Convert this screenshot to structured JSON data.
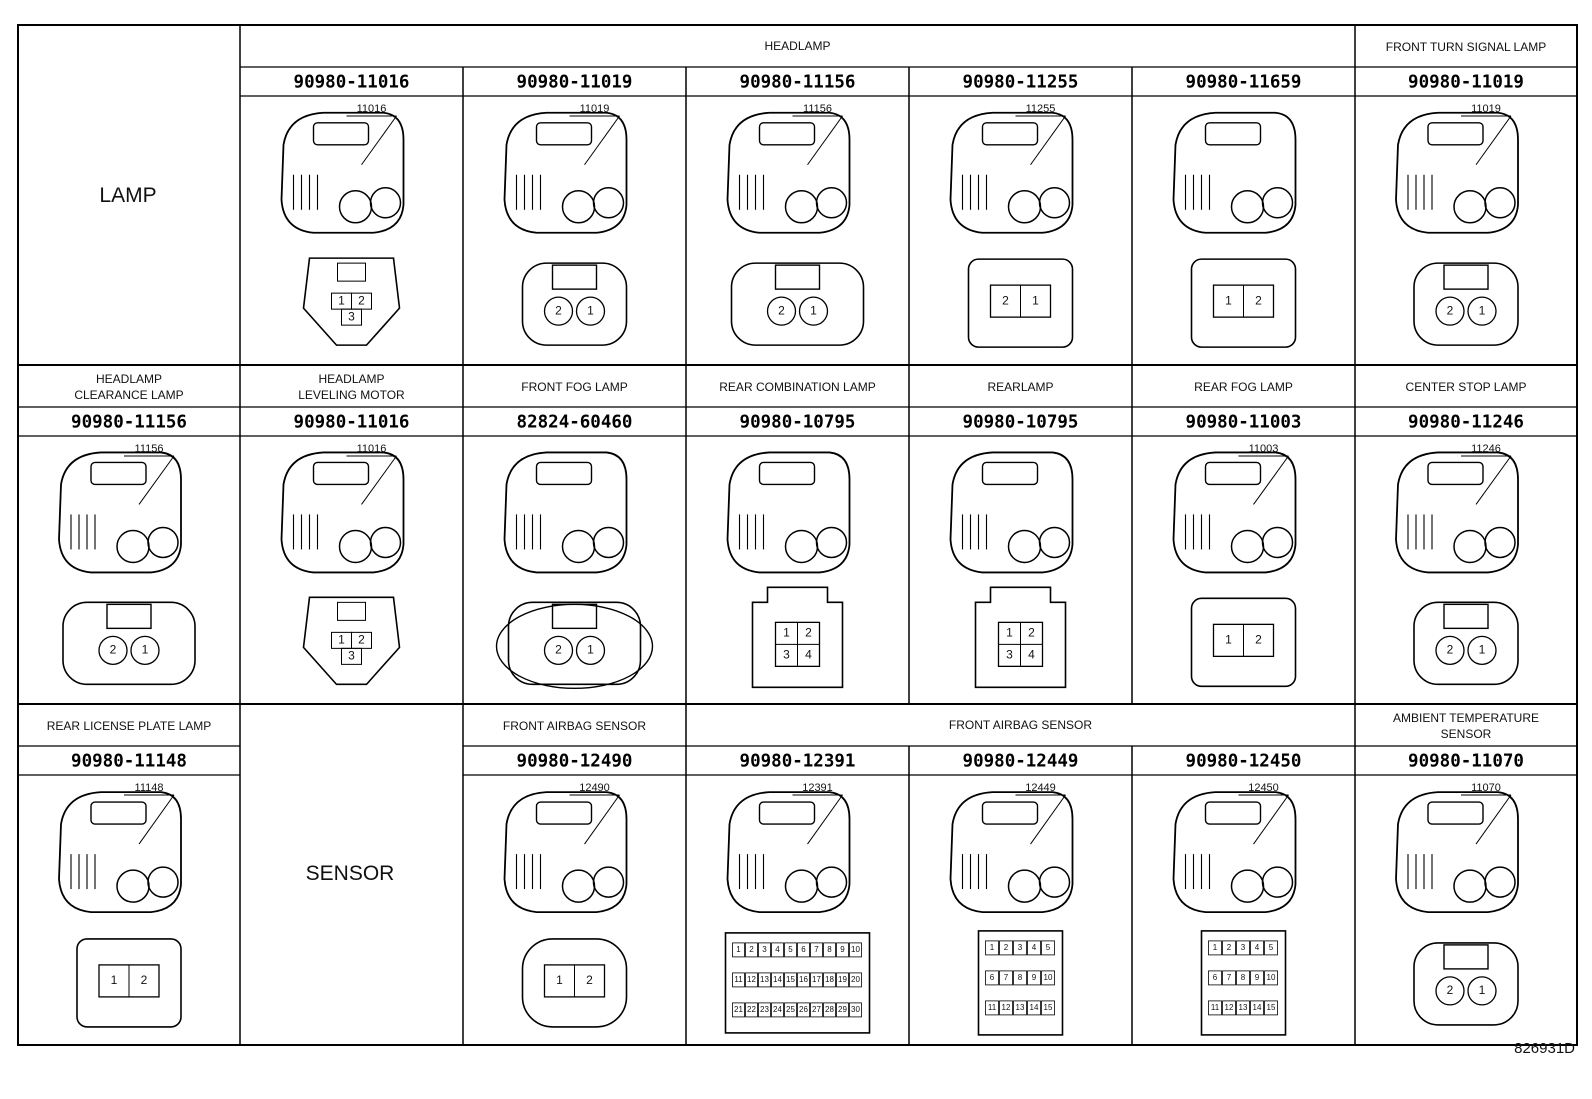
{
  "categories": {
    "lamp": "LAMP",
    "sensor": "SENSOR"
  },
  "cells": [
    {
      "id": "r1c1",
      "label": "HEADLAMP",
      "part": "90980-11016",
      "callout": "11016",
      "pins": [
        "1",
        "2",
        "3"
      ],
      "shape": "triangle3"
    },
    {
      "id": "r1c2",
      "label": "",
      "part": "90980-11019",
      "callout": "11019",
      "pins": [
        "2",
        "1"
      ],
      "shape": "small2"
    },
    {
      "id": "r1c3",
      "label": "",
      "part": "90980-11156",
      "callout": "11156",
      "pins": [
        "2",
        "1"
      ],
      "shape": "wide2"
    },
    {
      "id": "r1c4",
      "label": "",
      "part": "90980-11255",
      "callout": "11255",
      "pins": [
        "2",
        "1"
      ],
      "shape": "rect2"
    },
    {
      "id": "r1c5",
      "label": "",
      "part": "90980-11659",
      "callout": "",
      "pins": [
        "1",
        "2"
      ],
      "shape": "latch2"
    },
    {
      "id": "r1c6",
      "label": "FRONT TURN SIGNAL LAMP",
      "part": "90980-11019",
      "callout": "11019",
      "pins": [
        "2",
        "1"
      ],
      "shape": "small2"
    },
    {
      "id": "r2c0",
      "label": "HEADLAMP\nCLEARANCE LAMP",
      "part": "90980-11156",
      "callout": "11156",
      "pins": [
        "2",
        "1"
      ],
      "shape": "wide2"
    },
    {
      "id": "r2c1",
      "label": "HEADLAMP\nLEVELING MOTOR",
      "part": "90980-11016",
      "callout": "11016",
      "pins": [
        "1",
        "2",
        "3"
      ],
      "shape": "triangle3"
    },
    {
      "id": "r2c2",
      "label": "FRONT FOG LAMP",
      "part": "82824-60460",
      "callout": "",
      "pins": [
        "2",
        "1"
      ],
      "shape": "flange2"
    },
    {
      "id": "r2c3",
      "label": "REAR COMBINATION LAMP",
      "part": "90980-10795",
      "callout": "",
      "pins": [
        "1",
        "2",
        "3",
        "4"
      ],
      "shape": "quad4"
    },
    {
      "id": "r2c4",
      "label": "REARLAMP",
      "part": "90980-10795",
      "callout": "",
      "pins": [
        "1",
        "2",
        "3",
        "4"
      ],
      "shape": "quad4"
    },
    {
      "id": "r2c5",
      "label": "REAR FOG LAMP",
      "part": "90980-11003",
      "callout": "11003",
      "pins": [
        "1",
        "2"
      ],
      "shape": "rect2b"
    },
    {
      "id": "r2c6",
      "label": "CENTER STOP LAMP",
      "part": "90980-11246",
      "callout": "11246",
      "pins": [
        "2",
        "1"
      ],
      "shape": "side2"
    },
    {
      "id": "r3c0",
      "label": "REAR LICENSE PLATE LAMP",
      "part": "90980-11148",
      "callout": "11148",
      "pins": [
        "1",
        "2"
      ],
      "shape": "flat2"
    },
    {
      "id": "r3c2",
      "label": "FRONT AIRBAG SENSOR",
      "part": "90980-12490",
      "callout": "12490",
      "pins": [
        "1",
        "2"
      ],
      "shape": "oval2"
    },
    {
      "id": "r3c3",
      "label": "FRONT AIRBAG SENSOR",
      "part": "90980-12391",
      "callout": "12391",
      "pins": [
        "1",
        "2",
        "3",
        "4",
        "5",
        "6",
        "7",
        "8",
        "9",
        "10",
        "11",
        "12",
        "13",
        "14",
        "15",
        "16",
        "17",
        "18",
        "19",
        "20",
        "21",
        "22",
        "23",
        "24",
        "25",
        "26",
        "27",
        "28",
        "29",
        "30"
      ],
      "shape": "grid30"
    },
    {
      "id": "r3c4",
      "label": "",
      "part": "90980-12449",
      "callout": "12449",
      "pins": [
        "1",
        "2",
        "3",
        "4",
        "5",
        "6",
        "7",
        "8",
        "9",
        "10",
        "11",
        "12",
        "13",
        "14",
        "15"
      ],
      "shape": "grid15"
    },
    {
      "id": "r3c5",
      "label": "",
      "part": "90980-12450",
      "callout": "12450",
      "pins": [
        "1",
        "2",
        "3",
        "4",
        "5",
        "6",
        "7",
        "8",
        "9",
        "10",
        "11",
        "12",
        "13",
        "14",
        "15"
      ],
      "shape": "grid15"
    },
    {
      "id": "r3c6",
      "label": "AMBIENT TEMPERATURE\nSENSOR",
      "part": "90980-11070",
      "callout": "11070",
      "pins": [
        "2",
        "1"
      ],
      "shape": "round2"
    }
  ],
  "doc_id": "826931D"
}
